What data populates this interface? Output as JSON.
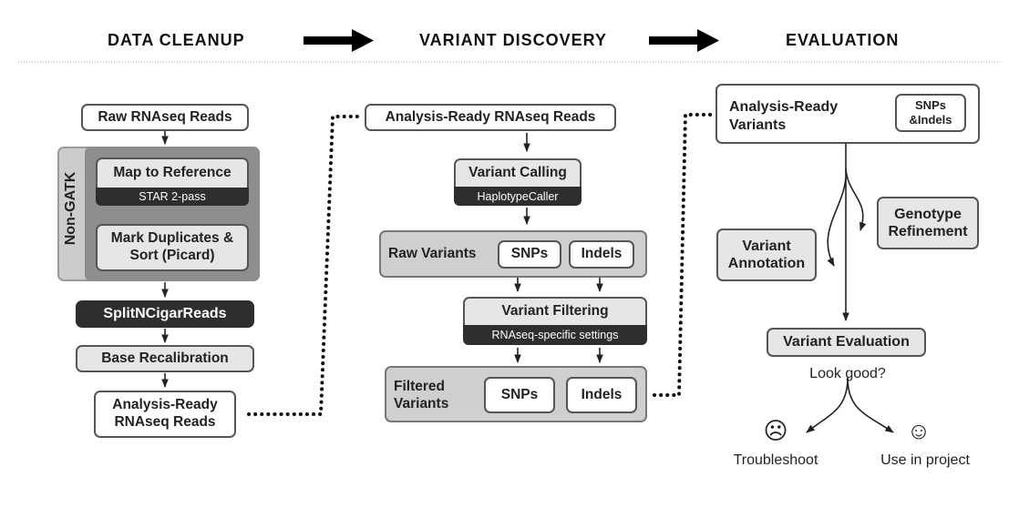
{
  "headers": {
    "data_cleanup": "DATA CLEANUP",
    "variant_discovery": "VARIANT DISCOVERY",
    "evaluation": "EVALUATION"
  },
  "cleanup": {
    "raw_reads": "Raw RNAseq Reads",
    "non_gatk": "Non-GATK",
    "map_ref": "Map to Reference",
    "star": "STAR 2-pass",
    "mark_dup": "Mark Duplicates & Sort (Picard)",
    "split": "SplitNCigarReads",
    "base_recal": "Base Recalibration",
    "ready_reads": "Analysis-Ready RNAseq Reads"
  },
  "discovery": {
    "ready_reads": "Analysis-Ready RNAseq Reads",
    "calling": "Variant Calling",
    "haplotype": "HaplotypeCaller",
    "raw_variants": "Raw Variants",
    "snps": "SNPs",
    "indels": "Indels",
    "filtering": "Variant Filtering",
    "rnaseq_settings": "RNAseq-specific settings",
    "filtered_variants": "Filtered Variants",
    "snps2": "SNPs",
    "indels2": "Indels"
  },
  "evaluation": {
    "ready_variants": "Analysis-Ready Variants",
    "snps_indels": "SNPs &Indels",
    "genotype": "Genotype Refinement",
    "annotation": "Variant Annotation",
    "var_eval": "Variant Evaluation",
    "look_good": "Look good?",
    "troubleshoot": "Troubleshoot",
    "use_project": "Use in project",
    "sad_icon": "☹",
    "happy_icon": "☺"
  }
}
